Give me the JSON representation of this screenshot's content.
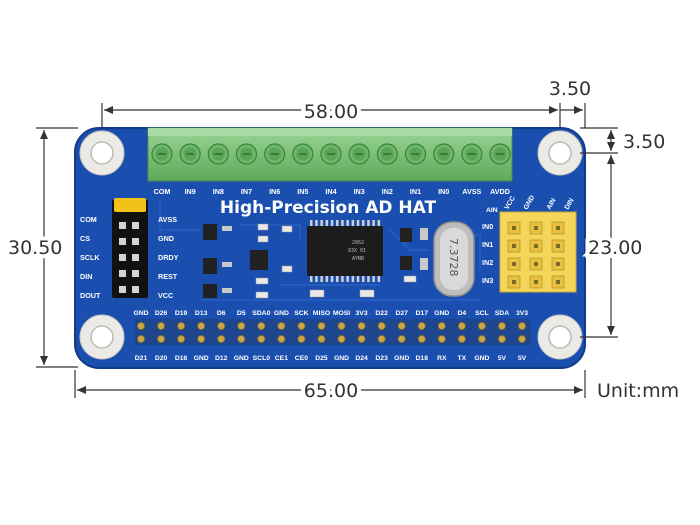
{
  "dimensions": {
    "width_top": "58.00",
    "hole_offset_x": "3.50",
    "hole_offset_y": "3.50",
    "height_left": "30.50",
    "height_right": "23.00",
    "width_bottom": "65.00",
    "unit": "Unit:mm"
  },
  "board": {
    "title": "High-Precision AD HAT",
    "terminal_labels": [
      "COM",
      "IN9",
      "IN8",
      "IN7",
      "IN6",
      "IN5",
      "IN4",
      "IN3",
      "IN2",
      "IN1",
      "IN0",
      "AVSS",
      "AVDD"
    ],
    "jumper_left": [
      "COM",
      "CS",
      "SCLK",
      "DIN",
      "DOUT"
    ],
    "jumper_right": [
      "AVSS",
      "GND",
      "DRDY",
      "REST",
      "VCC"
    ],
    "header_right_top": [
      "AIN",
      "VCC",
      "GND",
      "AIN",
      "DIN"
    ],
    "header_right_side": [
      "IN0",
      "IN1",
      "IN2",
      "IN3"
    ],
    "gpio_top": [
      "GND",
      "D26",
      "D19",
      "D13",
      "D6",
      "D5",
      "SDA0",
      "GND",
      "SCK",
      "MISO",
      "MOSI",
      "3V3",
      "D22",
      "D27",
      "D17",
      "GND",
      "D4",
      "SCL",
      "SDA",
      "3V3"
    ],
    "gpio_bottom": [
      "D21",
      "D20",
      "D16",
      "GND",
      "D12",
      "GND",
      "SCL0",
      "CE1",
      "CE0",
      "D25",
      "GND",
      "D24",
      "D23",
      "GND",
      "D18",
      "RX",
      "TX",
      "GND",
      "5V",
      "5V"
    ],
    "chip_text": [
      "2862",
      "83X 01",
      "AYNB"
    ],
    "crystal_text": "7.3728"
  },
  "colors": {
    "board": "#1a4fb0",
    "terminal": "#7dc47b",
    "header_yellow": "#f4d65a",
    "dimension_line": "#333333"
  }
}
